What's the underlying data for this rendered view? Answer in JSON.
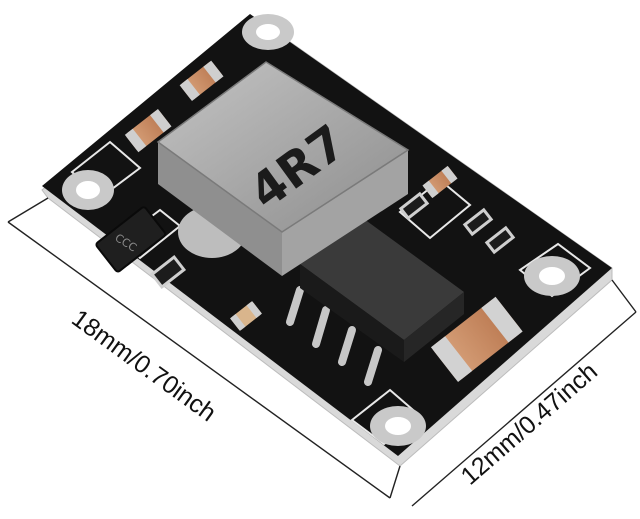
{
  "image": {
    "subject": "mini buck converter module",
    "background": "#ffffff"
  },
  "dimensions": {
    "length_label": "18mm/0.70inch",
    "width_label": "12mm/0.47inch"
  },
  "component_markings": {
    "inductor": "4R7",
    "chip": "CCC"
  },
  "colors": {
    "pcb": "#121212",
    "pcb_edge": "#d9d9d9",
    "inductor": "#a9a9a9",
    "ic": "#2b2b2b",
    "capacitor": "#c98a63",
    "solder": "#c7c7c7"
  }
}
